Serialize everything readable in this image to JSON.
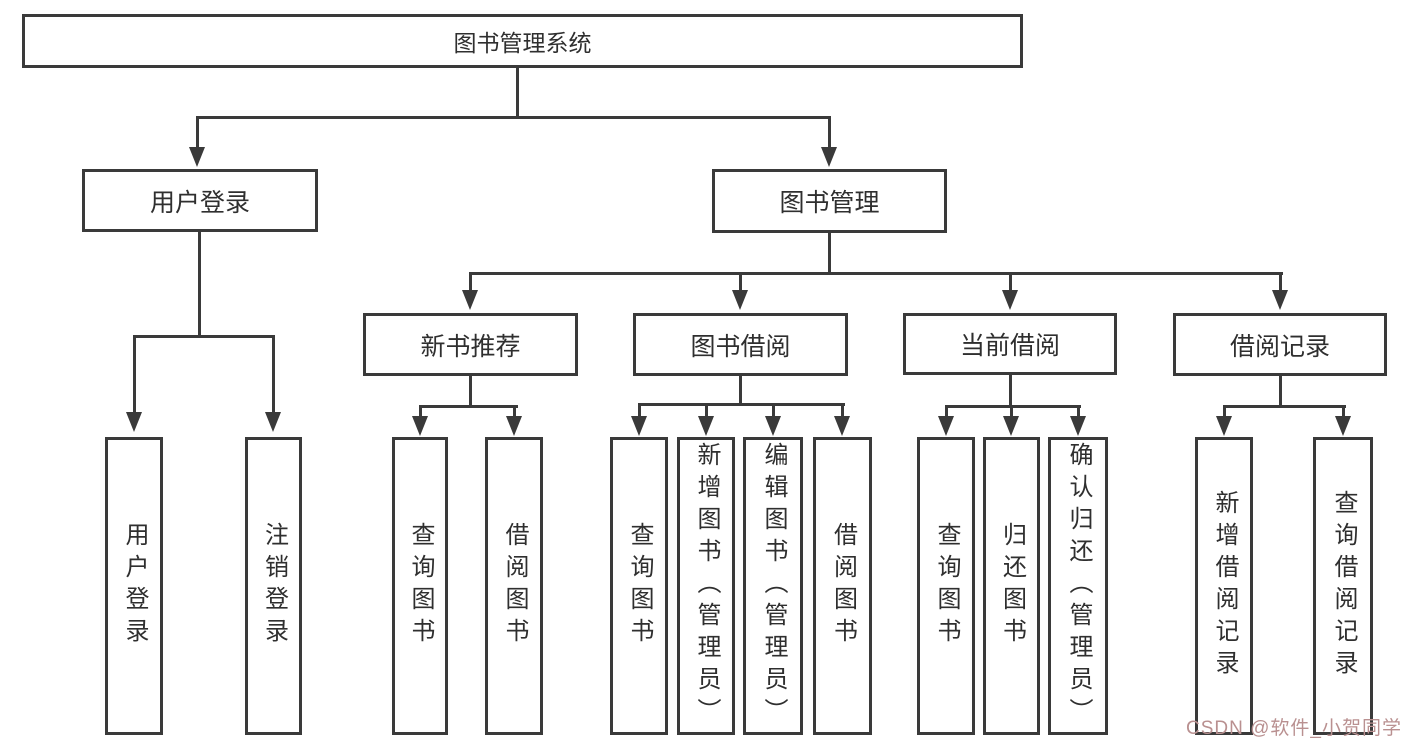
{
  "title": "图书管理系统",
  "watermark": "CSDN @软件_小贺同学",
  "colors": {
    "line": "#3a3a3a",
    "text": "#2f2f2f",
    "background": "#ffffff",
    "watermark": "#b99090"
  },
  "nodes": {
    "root": "图书管理系统",
    "user_login": "用户登录",
    "book_mgmt": "图书管理",
    "new_book_rec": "新书推荐",
    "book_borrow": "图书借阅",
    "current_borrow": "当前借阅",
    "borrow_records": "借阅记录",
    "leaf_user_login": "用户登录",
    "leaf_logout": "注销登录",
    "nb_query_books": "查询图书",
    "nb_borrow_books": "借阅图书",
    "bb_query_books": "查询图书",
    "bb_add_books": "新增图书（管理员）",
    "bb_edit_books": "编辑图书（管理员）",
    "bb_borrow_books": "借阅图书",
    "cb_query_books": "查询图书",
    "cb_return_books": "归还图书",
    "cb_confirm_return": "确认归还（管理员）",
    "br_add_record": "新增借阅记录",
    "br_query_record": "查询借阅记录"
  }
}
